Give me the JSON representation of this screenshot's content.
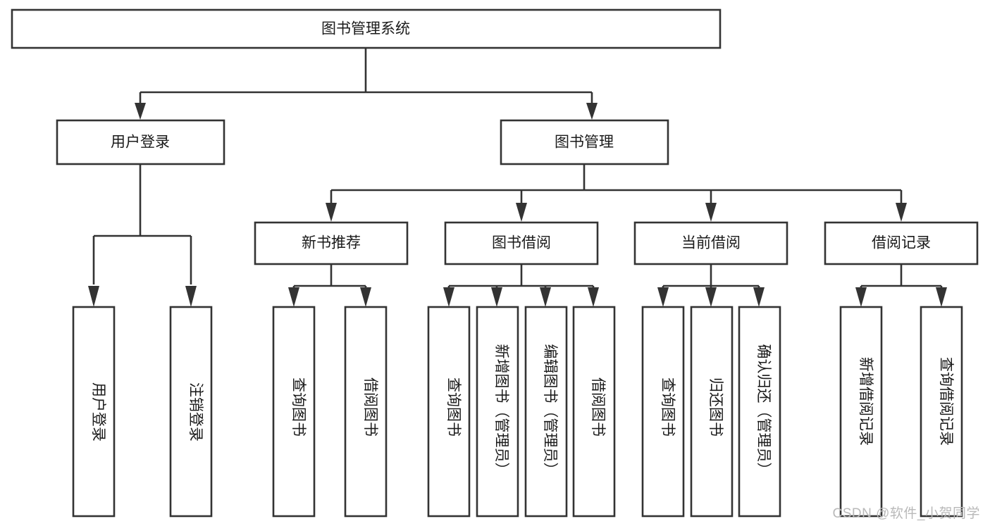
{
  "diagram": {
    "type": "tree-hierarchy-chart",
    "title": "图书管理系统",
    "root": {
      "label": "图书管理系统"
    },
    "level2": [
      {
        "id": "user-login",
        "label": "用户登录"
      },
      {
        "id": "book-management",
        "label": "图书管理"
      }
    ],
    "level3": [
      {
        "id": "new-book-recommend",
        "label": "新书推荐",
        "parent": "book-management"
      },
      {
        "id": "book-borrow",
        "label": "图书借阅",
        "parent": "book-management"
      },
      {
        "id": "current-borrow",
        "label": "当前借阅",
        "parent": "book-management"
      },
      {
        "id": "borrow-record",
        "label": "借阅记录",
        "parent": "book-management"
      }
    ],
    "leaves": {
      "user-login": [
        {
          "id": "leaf-user-login",
          "label": "用户登录"
        },
        {
          "id": "leaf-user-logout",
          "label": "注销登录"
        }
      ],
      "new-book-recommend": [
        {
          "id": "leaf-query-book-1",
          "label": "查询图书"
        },
        {
          "id": "leaf-borrow-book-1",
          "label": "借阅图书"
        }
      ],
      "book-borrow": [
        {
          "id": "leaf-query-book-2",
          "label": "查询图书"
        },
        {
          "id": "leaf-add-book",
          "label": "新增图书（管理员）"
        },
        {
          "id": "leaf-edit-book",
          "label": "编辑图书（管理员）"
        },
        {
          "id": "leaf-borrow-book-2",
          "label": "借阅图书"
        }
      ],
      "current-borrow": [
        {
          "id": "leaf-query-book-3",
          "label": "查询图书"
        },
        {
          "id": "leaf-return-book",
          "label": "归还图书"
        },
        {
          "id": "leaf-confirm-return",
          "label": "确认归还（管理员）"
        }
      ],
      "borrow-record": [
        {
          "id": "leaf-add-record",
          "label": "新增借阅记录"
        },
        {
          "id": "leaf-query-record",
          "label": "查询借阅记录"
        }
      ]
    },
    "colors": {
      "box_fill": "#ffffff",
      "box_stroke": "#333333",
      "text": "#1a1a1a",
      "background": "#ffffff",
      "watermark": "#b9b9b9"
    }
  },
  "watermark": {
    "text": "CSDN @软件_小贺同学"
  }
}
